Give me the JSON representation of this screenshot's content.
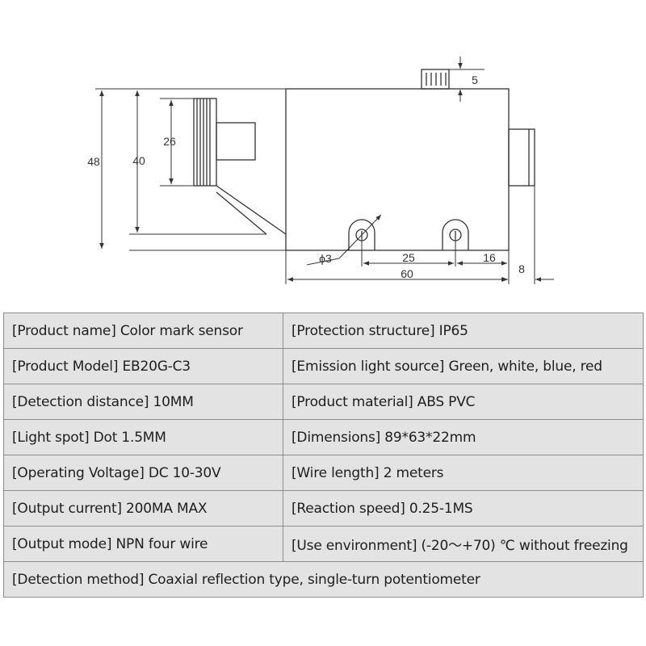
{
  "dimensions": {
    "d48": "48",
    "d40": "40",
    "d26": "26",
    "d5": "5",
    "phi3": "ϕ3",
    "d25": "25",
    "d16": "16",
    "d60": "60",
    "d8": "8"
  },
  "specs": {
    "rows": [
      [
        "[Product name] Color mark sensor",
        "[Protection structure] IP65"
      ],
      [
        "[Product Model] EB20G-C3",
        "[Emission light source] Green, white, blue, red"
      ],
      [
        "[Detection distance] 10MM",
        "[Product material] ABS PVC"
      ],
      [
        "[Light spot] Dot 1.5MM",
        "[Dimensions] 89*63*22mm"
      ],
      [
        "[Operating Voltage] DC 10-30V",
        "[Wire length] 2 meters"
      ],
      [
        "[Output current] 200MA MAX",
        "[Reaction speed] 0.25-1MS"
      ],
      [
        "[Output mode] NPN four wire",
        "[Use environment] (-20～+70) ℃ without freezing"
      ]
    ],
    "last_row": "[Detection method] Coaxial reflection type, single-turn potentiometer"
  }
}
